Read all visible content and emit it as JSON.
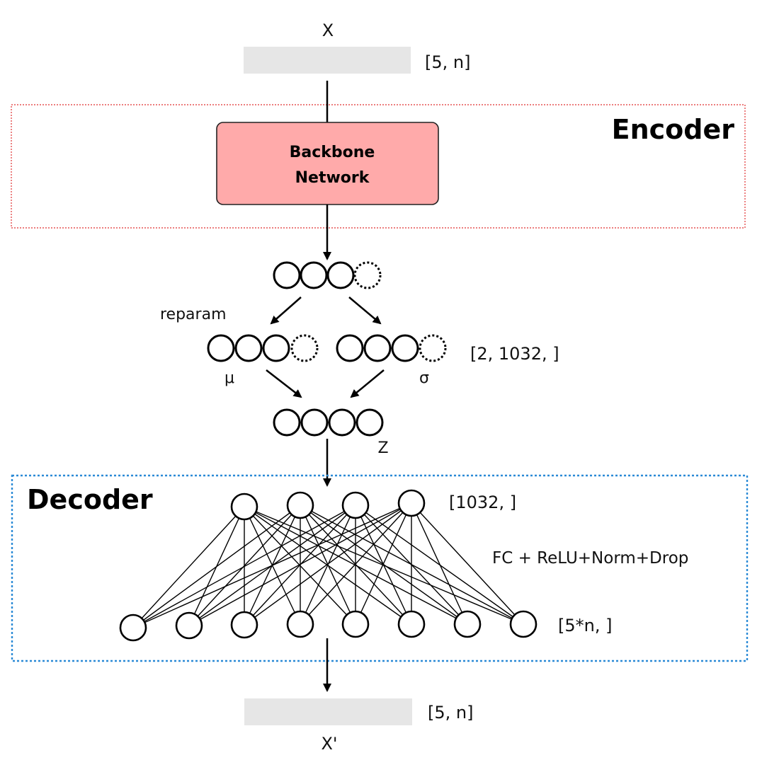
{
  "input": {
    "label": "X",
    "shape": "[5, n]"
  },
  "encoder": {
    "title": "Encoder",
    "backbone_line1": "Backbone",
    "backbone_line2": "Network",
    "box_fill": "#FFAAAA",
    "border_color": "#E03030"
  },
  "latent": {
    "reparam_label": "reparam",
    "mu_label": "μ",
    "sigma_label": "σ",
    "shape": "[2, 1032, ]",
    "z_label": "Z"
  },
  "decoder": {
    "title": "Decoder",
    "top_shape": "[1032, ]",
    "layer_label": "FC + ReLU+Norm+Drop",
    "bottom_shape": "[5*n, ]",
    "border_color": "#2B8AD6"
  },
  "output": {
    "label": "X'",
    "shape": "[5, n]"
  },
  "colors": {
    "io_bar": "#E6E6E6",
    "line": "#000000"
  }
}
